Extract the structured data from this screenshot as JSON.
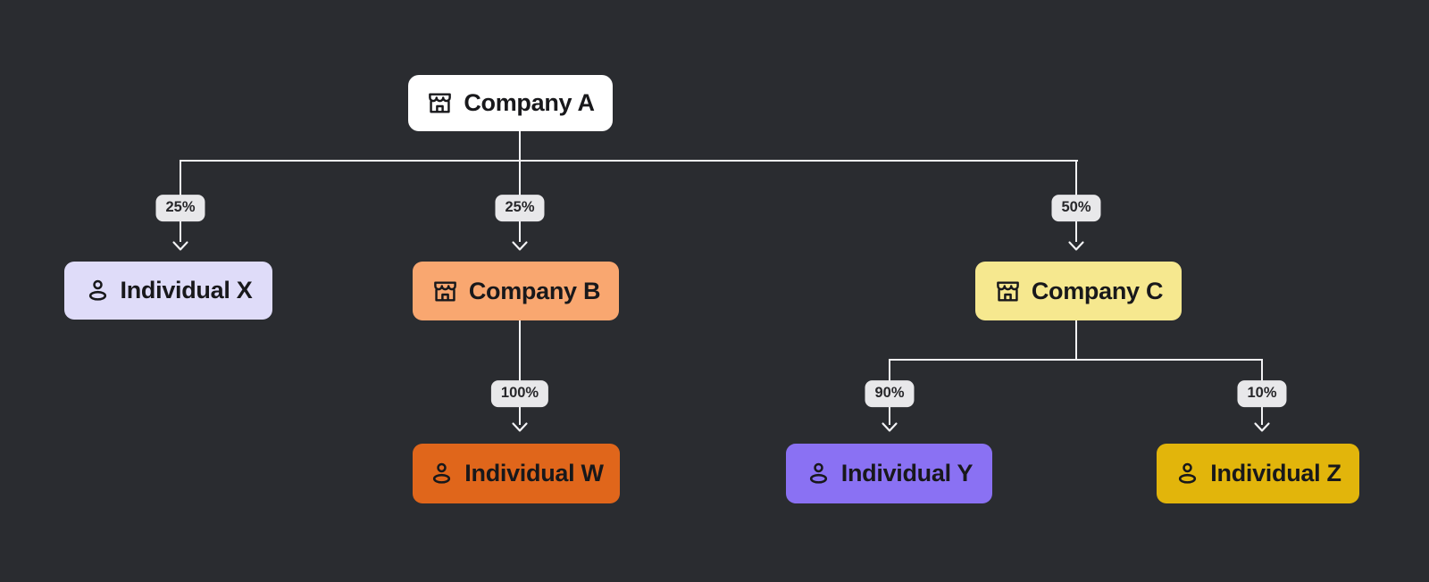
{
  "canvas": {
    "background": "#2A2C30",
    "line_color": "#F2F2F4",
    "badge_bg": "#E8E8EA",
    "badge_text_color": "#27272A"
  },
  "diagram_type": "ownership-structure-chart",
  "nodes": [
    {
      "id": "company-a",
      "label": "Company A",
      "type": "company",
      "icon": "storefront-icon",
      "bg": "#FFFFFF",
      "text": "#18181B"
    },
    {
      "id": "individual-x",
      "label": "Individual X",
      "type": "individual",
      "icon": "person-icon",
      "bg": "#DFDCF9",
      "text": "#18181B"
    },
    {
      "id": "company-b",
      "label": "Company B",
      "type": "company",
      "icon": "storefront-icon",
      "bg": "#F9A770",
      "text": "#18181B"
    },
    {
      "id": "company-c",
      "label": "Company C",
      "type": "company",
      "icon": "storefront-icon",
      "bg": "#F6E88F",
      "text": "#18181B"
    },
    {
      "id": "individual-w",
      "label": "Individual W",
      "type": "individual",
      "icon": "person-icon",
      "bg": "#E0661B",
      "text": "#18181B"
    },
    {
      "id": "individual-y",
      "label": "Individual Y",
      "type": "individual",
      "icon": "person-icon",
      "bg": "#8A71F3",
      "text": "#18181B"
    },
    {
      "id": "individual-z",
      "label": "Individual Z",
      "type": "individual",
      "icon": "person-icon",
      "bg": "#E2B50B",
      "text": "#18181B"
    }
  ],
  "edges": [
    {
      "from": "company-a",
      "to": "individual-x",
      "label": "25%"
    },
    {
      "from": "company-a",
      "to": "company-b",
      "label": "25%"
    },
    {
      "from": "company-a",
      "to": "company-c",
      "label": "50%"
    },
    {
      "from": "company-b",
      "to": "individual-w",
      "label": "100%"
    },
    {
      "from": "company-c",
      "to": "individual-y",
      "label": "90%"
    },
    {
      "from": "company-c",
      "to": "individual-z",
      "label": "10%"
    }
  ]
}
